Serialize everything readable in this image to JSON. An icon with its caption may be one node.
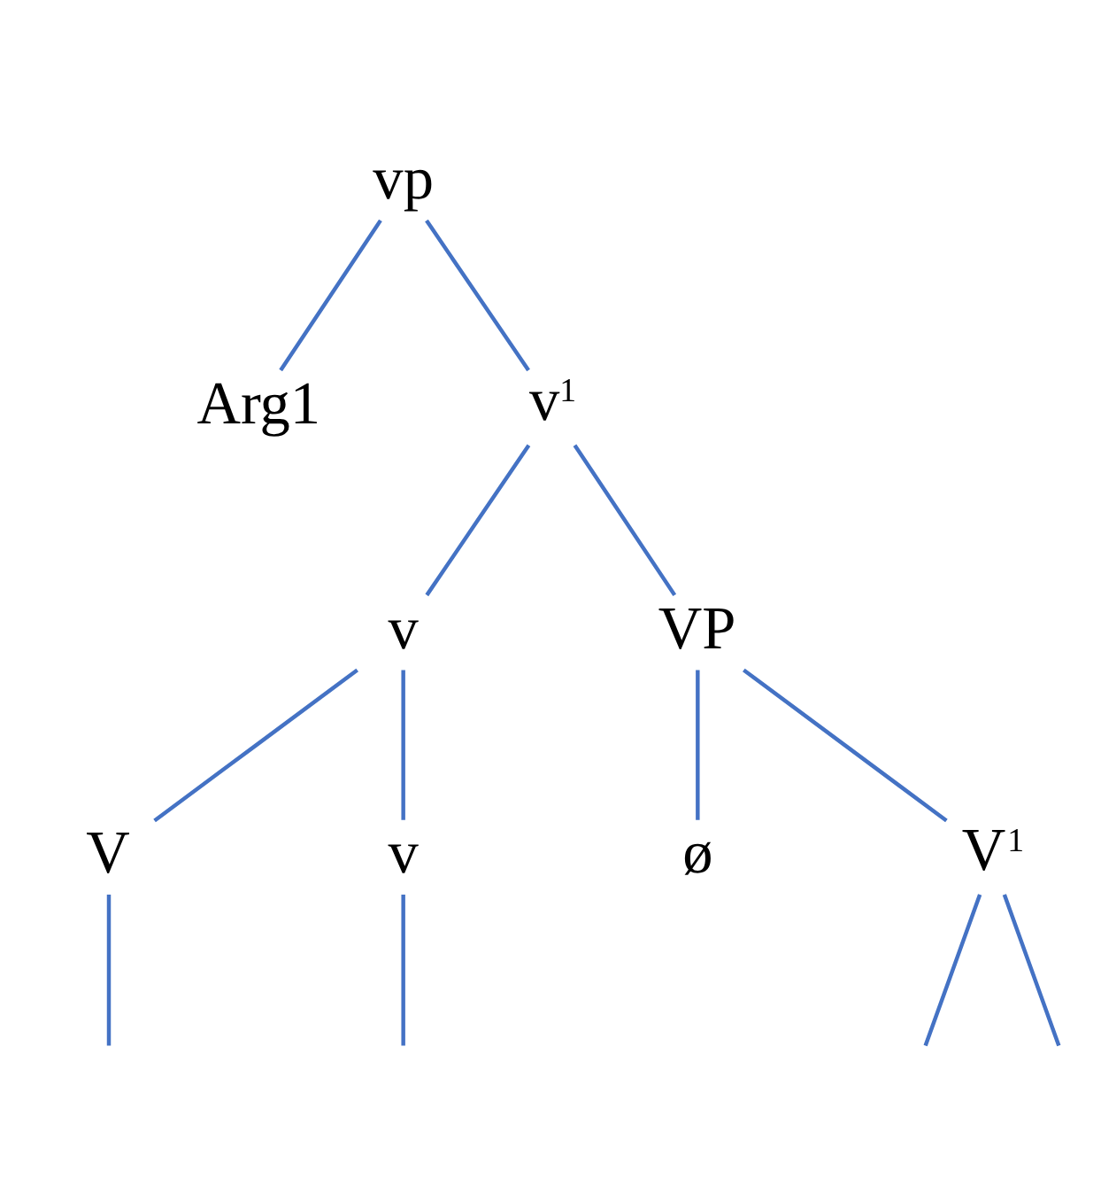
{
  "diagram": {
    "nodes": [
      {
        "text": [
          "vp"
        ]
      },
      {
        "text": [
          "Arg1"
        ]
      },
      {
        "text": [
          "v$^{1}$"
        ]
      },
      {
        "text": [
          "v"
        ]
      },
      {
        "text": [
          "VP"
        ]
      },
      {
        "text": [
          "V"
        ]
      },
      {
        "text": [
          "v"
        ]
      },
      {
        "text": [
          "ø"
        ]
      },
      {
        "text": [
          "V$^{1}$"
        ]
      }
    ],
    "edges": [
      {
        "from": 0,
        "to": 1,
        "arrow": "none"
      },
      {
        "from": 0,
        "to": 2,
        "arrow": "none"
      },
      {
        "from": 2,
        "to": 3,
        "arrow": "none"
      },
      {
        "from": 2,
        "to": 4,
        "arrow": "none"
      },
      {
        "from": 3,
        "to": 5,
        "arrow": "none"
      },
      {
        "from": 3,
        "to": 6,
        "arrow": "none"
      },
      {
        "from": 4,
        "to": 7,
        "arrow": "none"
      },
      {
        "from": 4,
        "to": 8,
        "arrow": "none"
      },
      {
        "from": 5,
        "to": null,
        "arrow": "none"
      },
      {
        "from": 6,
        "to": null,
        "arrow": "none"
      },
      {
        "from": 8,
        "to": null,
        "arrow": "none"
      },
      {
        "from": 8,
        "to": null,
        "arrow": "none"
      }
    ]
  }
}
